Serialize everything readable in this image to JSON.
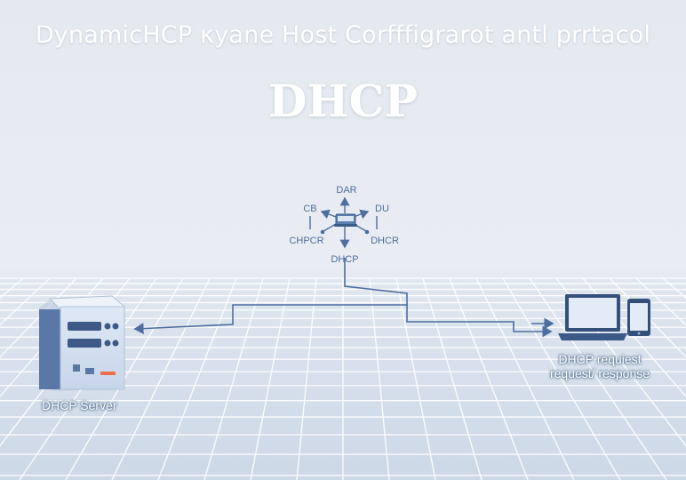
{
  "header": {
    "subtitle": "DynamicHCP κyane Host Corfffigrarot antl prrtacol",
    "title": "DHCP"
  },
  "hub": {
    "labels": {
      "top": "DAR",
      "upper_left": "CB",
      "upper_right": "DU",
      "lower_left": "CHPCR",
      "lower_right": "DHCR",
      "bottom": "DHCP"
    }
  },
  "server": {
    "caption": "DHCP Server"
  },
  "client": {
    "caption_line1": "DHCP requiest",
    "caption_line2": "request/ response"
  },
  "colors": {
    "background": "#e6ebf2",
    "grid_line": "#ffffff",
    "accent_blue": "#4d6e9e",
    "server_body": "#d4dff0",
    "server_led": "#ef6c4a",
    "device_dark": "#33507a"
  }
}
